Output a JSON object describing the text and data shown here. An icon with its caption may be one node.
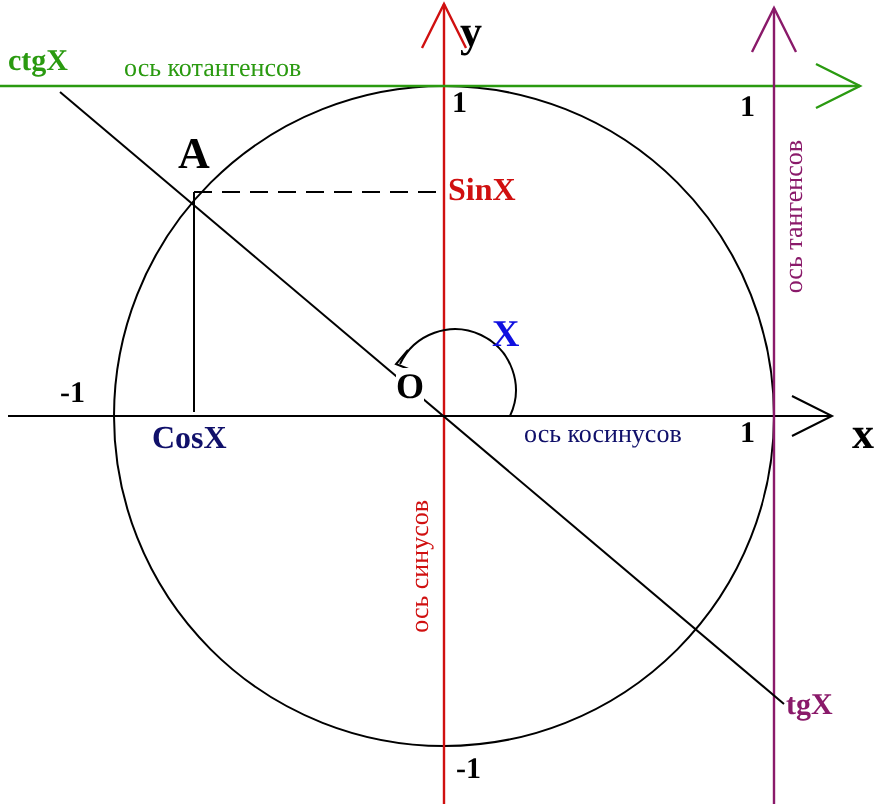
{
  "diagram": {
    "labels": [
      "ctgX",
      "ось котангенсов",
      "y",
      "1",
      "1",
      "A",
      "SinX",
      "ось тангенсов",
      "X",
      "-1",
      "O",
      "CosX",
      "ось косинусов",
      "1",
      "x",
      "ось синусов",
      "tgX",
      "-1"
    ]
  }
}
